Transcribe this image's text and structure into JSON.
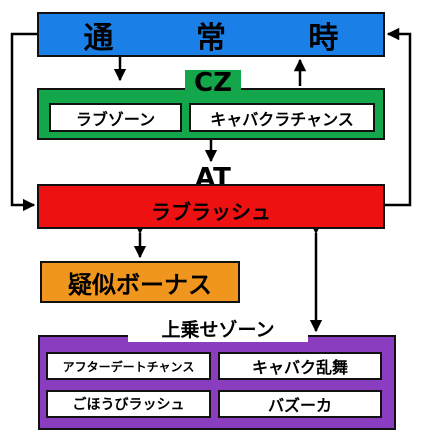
{
  "normal_state": {
    "label": "通 常 時"
  },
  "cz": {
    "label": "CZ",
    "items": [
      "ラブゾーン",
      "キャバクラチャンス"
    ]
  },
  "at": {
    "label": "AT",
    "name": "ラブラッシュ"
  },
  "bonus": {
    "label": "疑似ボーナス"
  },
  "zone": {
    "label": "上乗せゾーン",
    "items": [
      "アフターデートチャンス",
      "キャバク乱舞",
      "ごほうびラッシュ",
      "バズーカ"
    ]
  },
  "colors": {
    "normal": "#1a7fe6",
    "cz": "#14a64a",
    "at": "#ee1111",
    "bonus": "#f0961e",
    "zone": "#8a3dbf"
  }
}
